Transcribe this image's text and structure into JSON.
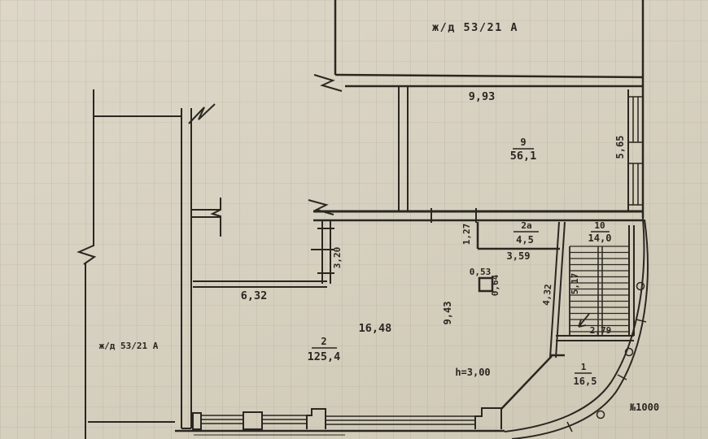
{
  "drawing": {
    "building_label_top": "ж/д 53/21 А",
    "building_label_left": "ж/д 53/21 А",
    "premises_number": "№1000",
    "height_note": "h=3,00"
  },
  "rooms": [
    {
      "number": "9",
      "area": "56,1"
    },
    {
      "number": "2",
      "area": "125,4"
    },
    {
      "number": "2а",
      "area": "4,5"
    },
    {
      "number": "10",
      "area": "14,0"
    },
    {
      "number": "1",
      "area": "16,5"
    }
  ],
  "dimensions": {
    "w993": "9,93",
    "h565": "5,65",
    "w127": "1,27",
    "w359": "3,59",
    "w053": "0,53",
    "w064": "0,64",
    "w632": "6,32",
    "h320": "3,20",
    "w1648": "16,48",
    "h943": "9,43",
    "h432": "4,32",
    "h517": "5,17",
    "w279": "2,79"
  },
  "colors": {
    "paper": "#d7d1c1",
    "ink": "#2a2721"
  }
}
